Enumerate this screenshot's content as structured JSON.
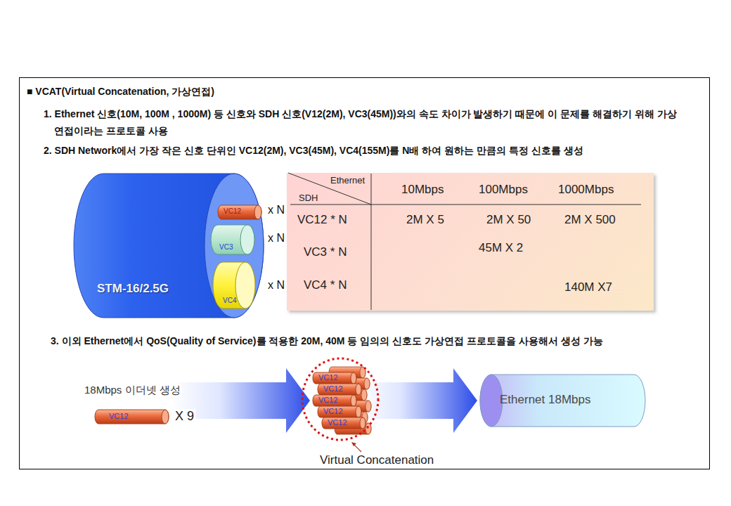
{
  "diagram": {
    "title": "■ VCAT(Virtual Concatenation, 가상연접)",
    "nodes": [
      {
        "text": [
          "STM-16/2.5G"
        ]
      },
      {
        "text": [
          "VC12"
        ],
        "in": 0
      },
      {
        "text": [
          "VC3"
        ],
        "in": 0
      },
      {
        "text": [
          "VC4"
        ],
        "in": 0
      },
      {
        "text": [
          "Ethernet",
          "SDH",
          "10Mbps",
          "100Mbps",
          "1000Mbps",
          "VC12 * N",
          "2M X 5",
          "2M X 50",
          "2M X 500",
          "VC3 * N",
          "45M X 2",
          "VC4 * N",
          "140M X7"
        ]
      },
      {
        "text": [
          "VC12"
        ]
      },
      {
        "text": [
          "VC12"
        ]
      },
      {
        "text": [
          "VC12"
        ]
      },
      {
        "text": [
          "VC12"
        ]
      },
      {
        "text": [
          "VC12"
        ]
      },
      {
        "text": [
          "VC12"
        ]
      },
      {
        "text": [
          "Ethernet 18Mbps"
        ]
      }
    ],
    "edges": [
      {
        "from": 5,
        "to": 8,
        "arrow": "to"
      },
      {
        "from": 8,
        "to": 11,
        "arrow": "to"
      }
    ],
    "labels": [
      "1. Ethernet 신호(10M, 100M , 1000M) 등 신호와 SDH 신호(V12(2M), VC3(45M))와의 속도 차이가 발생하기 때문에 이 문제를 해결하기 위해 가상연접이라는 프로토콜 사용",
      "2. SDH Network에서 가장 작은 신호 단위인 VC12(2M), VC3(45M), VC4(155M)를 N배 하여 원하는 만큼의 특정 신호를 생성",
      "x N",
      "x N",
      "x N",
      "3. 이외 Ethernet에서 QoS(Quality of Service)를 적용한 20M, 40M 등 임의의 신호도 가상연접 프로토콜을 사용해서 생성 가능",
      "18Mbps 이더넷 생성",
      "X 9",
      "Virtual Concatenation"
    ]
  }
}
